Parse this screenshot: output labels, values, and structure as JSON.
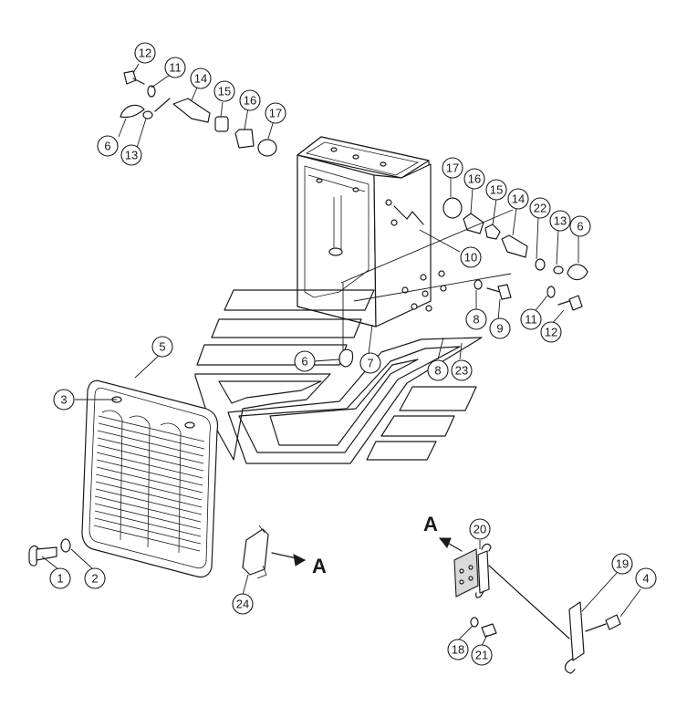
{
  "callouts": [
    {
      "id": "c12a",
      "label": "12"
    },
    {
      "id": "c11a",
      "label": "11"
    },
    {
      "id": "c14a",
      "label": "14"
    },
    {
      "id": "c15a",
      "label": "15"
    },
    {
      "id": "c16a",
      "label": "16"
    },
    {
      "id": "c17a",
      "label": "17"
    },
    {
      "id": "c6a",
      "label": "6"
    },
    {
      "id": "c13a",
      "label": "13"
    },
    {
      "id": "c17b",
      "label": "17"
    },
    {
      "id": "c16b",
      "label": "16"
    },
    {
      "id": "c15b",
      "label": "15"
    },
    {
      "id": "c14b",
      "label": "14"
    },
    {
      "id": "c22",
      "label": "22"
    },
    {
      "id": "c13b",
      "label": "13"
    },
    {
      "id": "c6b",
      "label": "6"
    },
    {
      "id": "c10",
      "label": "10"
    },
    {
      "id": "c8a",
      "label": "8"
    },
    {
      "id": "c9",
      "label": "9"
    },
    {
      "id": "c11b",
      "label": "11"
    },
    {
      "id": "c12b",
      "label": "12"
    },
    {
      "id": "c6c",
      "label": "6"
    },
    {
      "id": "c7",
      "label": "7"
    },
    {
      "id": "c8b",
      "label": "8"
    },
    {
      "id": "c23",
      "label": "23"
    },
    {
      "id": "c5",
      "label": "5"
    },
    {
      "id": "c3",
      "label": "3"
    },
    {
      "id": "c1",
      "label": "1"
    },
    {
      "id": "c2",
      "label": "2"
    },
    {
      "id": "c24",
      "label": "24"
    },
    {
      "id": "c20",
      "label": "20"
    },
    {
      "id": "c19",
      "label": "19"
    },
    {
      "id": "c4",
      "label": "4"
    },
    {
      "id": "c18",
      "label": "18"
    },
    {
      "id": "c21",
      "label": "21"
    }
  ],
  "view_markers": {
    "left": "A",
    "right": "A"
  }
}
